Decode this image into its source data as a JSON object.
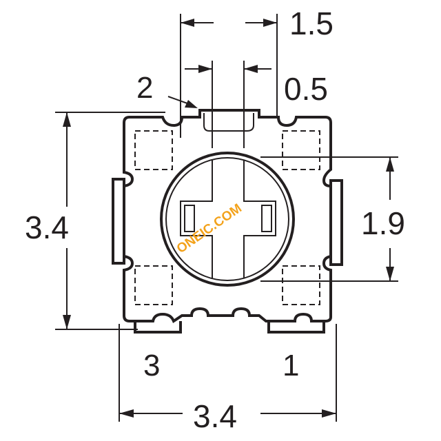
{
  "dimensions": {
    "top_width": "1.5",
    "slot_width": "0.5",
    "left_height": "3.4",
    "right_height": "1.9",
    "bottom_width": "3.4"
  },
  "pins": {
    "pin1": "1",
    "pin2": "2",
    "pin3": "3"
  },
  "watermark": "ONEIC.COM",
  "colors": {
    "line": "#231f20",
    "watermark": "#f3a21b"
  }
}
